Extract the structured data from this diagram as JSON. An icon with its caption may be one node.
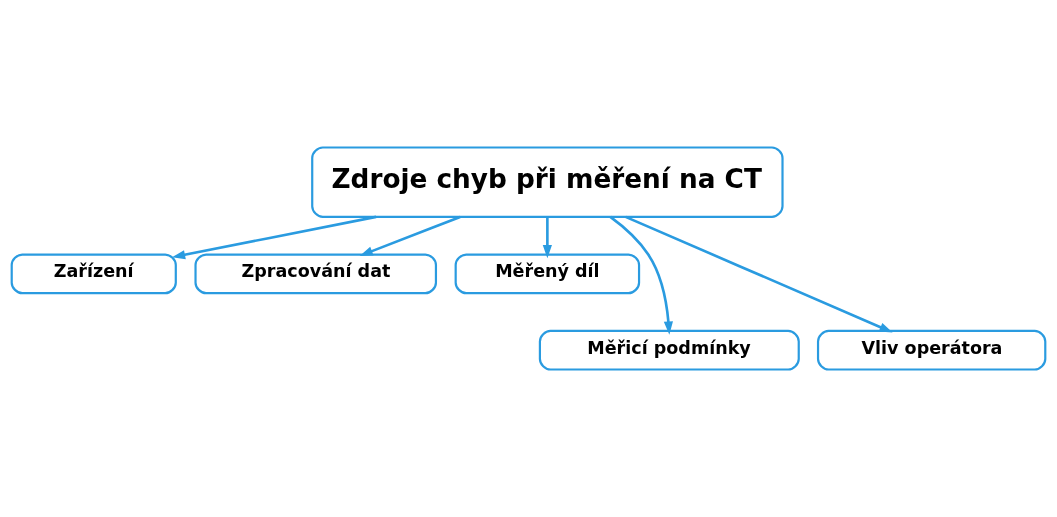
{
  "diagram": {
    "nodes": [
      {
        "text": [
          "Zdroje chyb při měření na CT"
        ]
      },
      {
        "text": [
          "Zařízení"
        ]
      },
      {
        "text": [
          "Zpracování dat"
        ]
      },
      {
        "text": [
          "Měřený díl"
        ]
      },
      {
        "text": [
          "Měřicí podmínky"
        ]
      },
      {
        "text": [
          "Vliv operátora"
        ]
      }
    ],
    "edges": [
      {
        "from": 0,
        "to": 1,
        "arrow": "to"
      },
      {
        "from": 0,
        "to": 4,
        "arrow": "to"
      },
      {
        "from": 0,
        "to": 2,
        "arrow": "to"
      },
      {
        "from": 0,
        "to": 5,
        "arrow": "to"
      },
      {
        "from": 0,
        "to": 3,
        "arrow": "to"
      }
    ]
  }
}
